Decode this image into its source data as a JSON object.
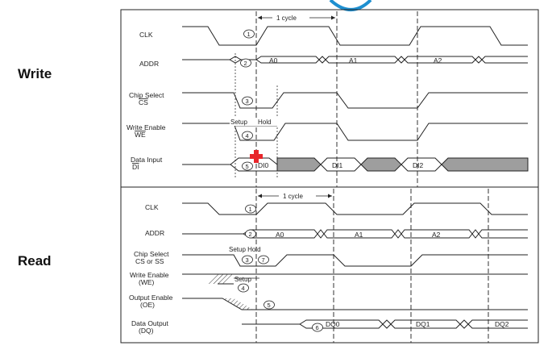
{
  "sections": {
    "write": {
      "label": "Write",
      "cycle_label": "1 cycle",
      "setup_label": "Setup",
      "hold_label": "Hold",
      "signals": [
        {
          "name": "CLK",
          "sub": ""
        },
        {
          "name": "ADDR",
          "sub": ""
        },
        {
          "name": "Chip Select",
          "sub": "CS"
        },
        {
          "name": "Write Enable",
          "sub": "WE"
        },
        {
          "name": "Data Input",
          "sub": "DI"
        }
      ],
      "addr_values": [
        "A0",
        "A1",
        "A2"
      ],
      "data_values": [
        "DI0",
        "DI1",
        "DI2"
      ],
      "markers": [
        "1",
        "2",
        "3",
        "4",
        "5"
      ]
    },
    "read": {
      "label": "Read",
      "cycle_label": "1 cycle",
      "setup_hold_label": "Setup Hold",
      "setup_label": "Setup",
      "signals": [
        {
          "name": "CLK",
          "sub": ""
        },
        {
          "name": "ADDR",
          "sub": ""
        },
        {
          "name": "Chip Select",
          "sub": "CS or SS"
        },
        {
          "name": "Write Enable",
          "sub": "(WE)"
        },
        {
          "name": "Output Enable",
          "sub": "(OE)"
        },
        {
          "name": "Data Output",
          "sub": "(DQ)"
        }
      ],
      "addr_values": [
        "A0",
        "A1",
        "A2"
      ],
      "data_values": [
        "DQ0",
        "DQ1",
        "DQ2"
      ],
      "markers": [
        "1",
        "2",
        "3",
        "7",
        "4",
        "5",
        "6"
      ]
    }
  },
  "colors": {
    "line": "#222222",
    "dashed": "#333333",
    "shaded": "#9e9e9e",
    "marker_red": "#e8262b",
    "blue_arc": "#1e8fd0"
  }
}
